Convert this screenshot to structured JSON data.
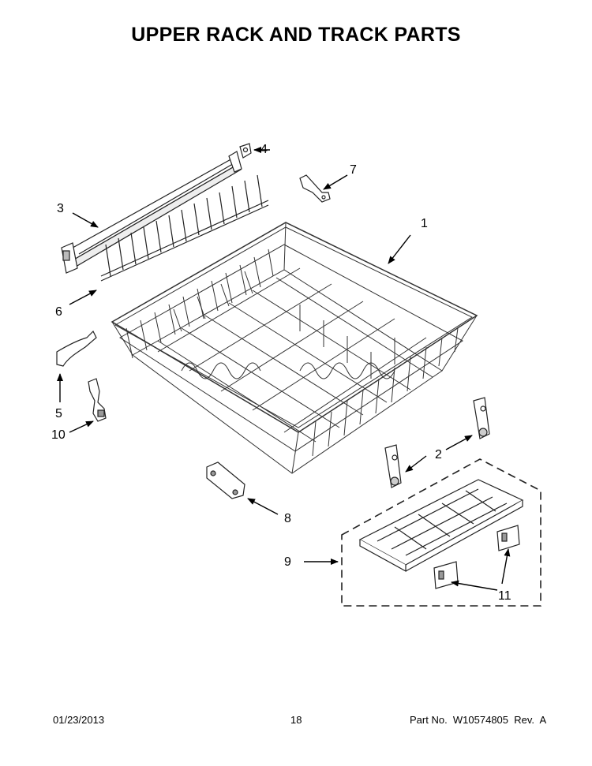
{
  "title": "UPPER RACK AND TRACK PARTS",
  "callouts": {
    "c1": "1",
    "c2": "2",
    "c3": "3",
    "c4": "4",
    "c5": "5",
    "c6": "6",
    "c7": "7",
    "c8": "8",
    "c9": "9",
    "c10": "10",
    "c11": "11"
  },
  "footer": {
    "date": "01/23/2013",
    "page": "18",
    "part": "Part No.  W10574805  Rev.  A"
  }
}
